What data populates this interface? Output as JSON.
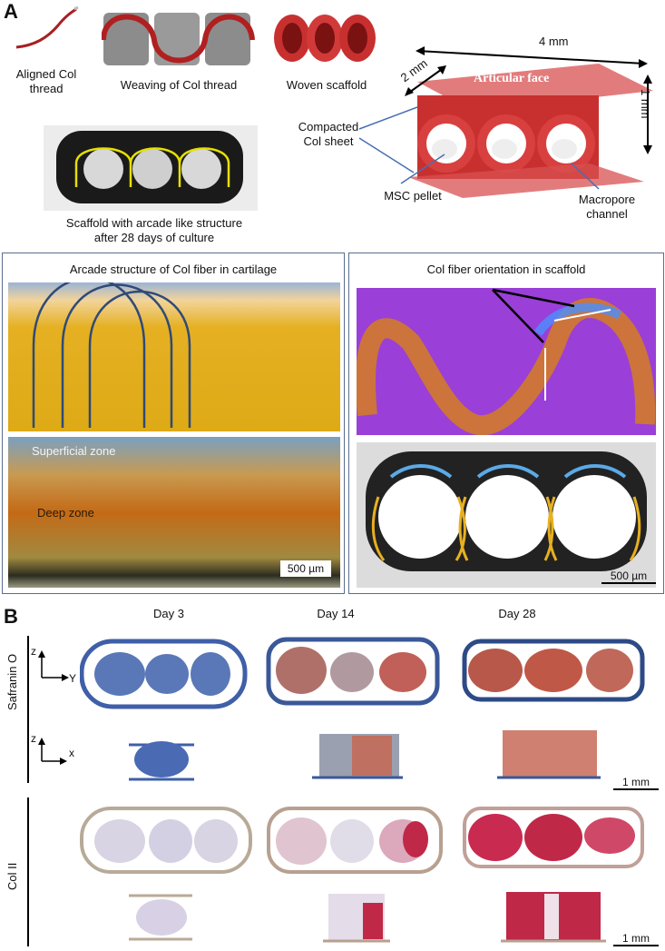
{
  "panel_a": {
    "letter": "A",
    "thread_label": "Aligned Col thread",
    "weaving_label": "Weaving of Col thread",
    "woven_label": "Woven scaffold",
    "arcade_photo_caption_1": "Scaffold with arcade like structure",
    "arcade_photo_caption_2": "after 28 days of culture",
    "schematic": {
      "width_dim": "4 mm",
      "depth_dim": "2 mm",
      "height_dim": "1 mm",
      "articular_face": "Articular  face",
      "compacted_1": "Compacted",
      "compacted_2": "Col sheet",
      "msc_pellet": "MSC pellet",
      "macropore_1": "Macropore",
      "macropore_2": "channel"
    },
    "left_box": {
      "title": "Arcade structure of Col fiber in cartilage",
      "superficial": "Superficial zone",
      "deep": "Deep zone",
      "scale": "500 µm"
    },
    "right_box": {
      "title": "Col fiber orientation in scaffold",
      "scale": "500 µm"
    }
  },
  "panel_b": {
    "letter": "B",
    "columns": [
      "Day 3",
      "Day 14",
      "Day 28"
    ],
    "rows": [
      "Safranin O",
      "Col II"
    ],
    "axes_top_v": "z",
    "axes_top_h": "Y",
    "axes_bottom_v": "z",
    "axes_bottom_h": "x",
    "scale_top": "1 mm",
    "scale_bottom": "1 mm"
  },
  "colors": {
    "collagen_red": "#c8393a",
    "safranin_blue": "#3f5fa8",
    "safranin_red": "#c0584a",
    "colII_red": "#c02848",
    "purple_bg": "#9a3fd8",
    "cartilage_yellow": "#e3b020"
  }
}
